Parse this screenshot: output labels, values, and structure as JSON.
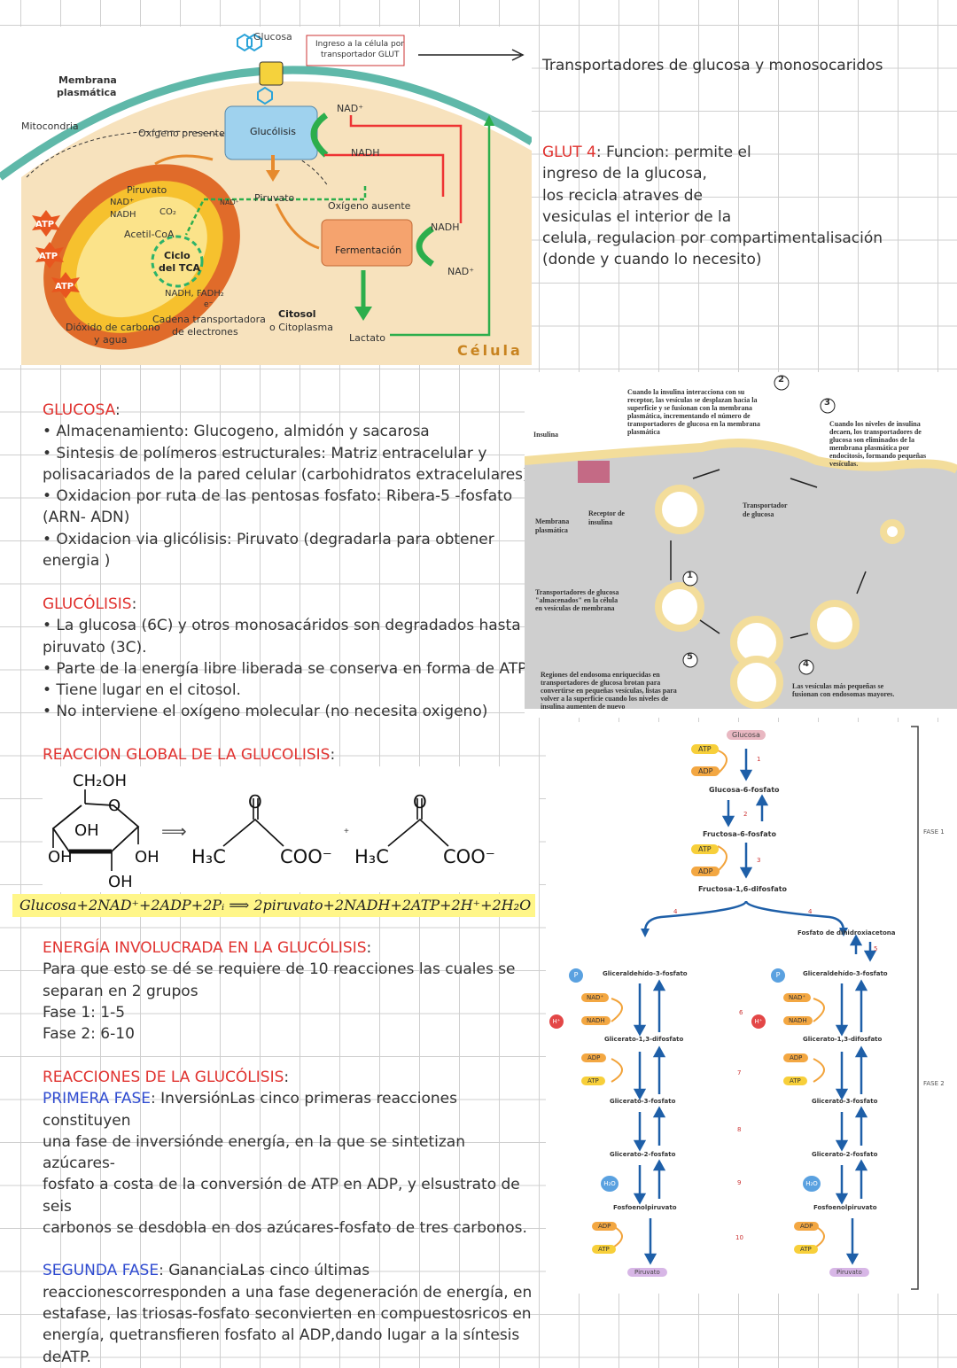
{
  "cell_figure": {
    "glucosa": "Glucosa",
    "ingreso": "Ingreso a la célula por transportador GLUT",
    "ingreso_1": "Ingreso a la célula por",
    "ingreso_2": "transportador GLUT",
    "membrana_1": "Membrana",
    "membrana_2": "plasmática",
    "mitocondria": "Mitocondria",
    "oxigeno_presente": "Oxígeno presente",
    "glucolisis": "Glucólisis",
    "nad_plus": "NAD⁺",
    "nadh": "NADH",
    "piruvato": "Piruvato",
    "oxigeno_ausente": "Oxígeno ausente",
    "fermentacion": "Fermentación",
    "acetil_coa": "Acetil-CoA",
    "ciclo_1": "Ciclo",
    "ciclo_2": "del TCA",
    "co2": "CO₂",
    "nadh_fadh2": "NADH, FADH₂",
    "electron": "e⁻",
    "atp": "ATP",
    "dioxido_1": "Dióxido de carbono",
    "dioxido_2": "y agua",
    "cadena_1": "Cadena transportadora",
    "cadena_2": "de electrones",
    "citosol_1": "Citosol",
    "citosol_2": "o Citoplasma",
    "lactato": "Lactato",
    "celula": "Célula"
  },
  "notes_top": {
    "transportadores": "Transportadores de glucosa y monosocaridos",
    "glut4_label": "GLUT 4",
    "glut4_lines": [
      ": Funcion: permite el",
      "ingreso de la glucosa,",
      "los recicla atraves de",
      "vesiculas el interior de la",
      "celula, regulacion por compartimentalisación",
      "(donde y cuando lo necesito)"
    ]
  },
  "glucosa_section": {
    "title": "GLUCOSA",
    "lines": [
      "• Almacenamiento: Glucogeno, almidón y sacarosa",
      "• Sintesis de polímeros estructurales: Matriz entracelular y",
      "polisacariados de la pared celular (carbohidratos extracelulares)",
      "• Oxidacion por ruta de las pentosas fosfato: Ribera-5 -fosfato",
      "(ARN- ADN)",
      "• Oxidacion via glicólisis: Piruvato (degradarla para obtener",
      "energia )"
    ]
  },
  "glucolisis_section": {
    "title": "GLUCÓLISIS",
    "lines": [
      "• La glucosa (6C) y otros monosacáridos son degradados hasta",
      "piruvato (3C).",
      "• Parte de la energía libre liberada se conserva en forma de ATP.",
      "• Tiene lugar en el citosol.",
      "• No interviene el oxígeno molecular (no necesita oxigeno)"
    ]
  },
  "reaccion_section": {
    "title": "REACCION GLOBAL DE LA GLUCOLISIS",
    "equation": "Glucosa+2NAD⁺+2ADP+2Pᵢ ⟹ 2piruvato+2NADH+2ATP+2H⁺+2H₂O",
    "glucose_labels": [
      "CH₂OH",
      "O",
      "OH",
      "OH",
      "OH",
      "OH"
    ],
    "pyruvate": {
      "h3c": "H₃C",
      "coo": "COO⁻",
      "o": "O"
    }
  },
  "energia_section": {
    "title": "ENERGÍA INVOLUCRADA EN LA GLUCÓLISIS",
    "lines": [
      "Para que esto se dé se requiere de 10 reacciones las cuales se",
      "separan en 2 grupos",
      "Fase 1: 1-5",
      "Fase 2: 6-10"
    ]
  },
  "reacciones_section": {
    "title": "REACCIONES DE LA GLUCÓLISIS",
    "primera_label": "PRIMERA FASE",
    "primera_lines": [
      ": InversiónLas cinco primeras reacciones constituyen",
      "una fase de inversiónde energía, en la que se sintetizan azúcares-",
      "fosfato a costa de la conversión de ATP en ADP, y elsustrato de seis",
      "carbonos se desdobla en dos azúcares-fosfato de tres carbonos."
    ],
    "segunda_label": "SEGUNDA FASE",
    "segunda_lines": [
      ": GananciaLas cinco últimas",
      "reaccionescorresponden a una fase degeneración de energía, en",
      "estafase, las triosas-fosfato seconvierten en compuestosricos en",
      "energía, quetransfieren fosfato al ADP,dando lugar a la síntesis",
      "deATP."
    ]
  },
  "insulin_figure": {
    "insulina": "Insulina",
    "membrana_1": "Membrana",
    "membrana_2": "plasmática",
    "receptor_1": "Receptor de",
    "receptor_2": "insulina",
    "transportador_1": "Transportador",
    "transportador_2": "de glucosa",
    "step1_text": [
      "Transportadores de glucosa",
      "\"almacenados\" en la célula",
      "en vesículas de membrana"
    ],
    "step2_text": [
      "Cuando la insulina interacciona con su",
      "receptor, las vesículas se desplazan hacia la",
      "superficie y se fusionan con la membrana",
      "plasmática, incrementando el número de",
      "transportadores de glucosa en la membrana",
      "plasmática"
    ],
    "step3_text": [
      "Cuando los niveles de insulina",
      "decaen, los transportadores de",
      "glucosa son eliminados de la",
      "membrana plasmática por",
      "endocitosis, formando pequeñas",
      "vesículas."
    ],
    "step4_text": [
      "Las vesículas más pequeñas se",
      "fusionan con endosomas mayores."
    ],
    "step5_text": [
      "Regiones del endosoma enriquecidas en",
      "transportadores de glucosa brotan para",
      "convertirse en pequeñas vesículas, listas para",
      "volver a la superficie cuando los niveles de",
      "insulina aumenten de nuevo"
    ],
    "numbers": [
      "1",
      "2",
      "3",
      "4",
      "5"
    ]
  },
  "pathway_figure": {
    "glucosa": "Glucosa",
    "glucosa_6f": "Glucosa-6-fosfato",
    "fructosa_6f": "Fructosa-6-fosfato",
    "fructosa_16": "Fructosa-1,6-difosfato",
    "dihidroxiacetona": "Fosfato de dihidroxiacetona",
    "gliceraldehido": "Gliceraldehído-3-fosfato",
    "glicerato_13": "Glicerato-1,3-difosfato",
    "glicerato_3": "Glicerato-3-fosfato",
    "glicerato_2": "Glicerato-2-fosfato",
    "fosfoenol": "Fosfoenolpiruvato",
    "piruvato": "Piruvato",
    "atp": "ATP",
    "adp": "ADP",
    "nad": "NAD⁺",
    "nadh": "NADH",
    "h": "H⁺",
    "h2o": "H₂O",
    "p": "P",
    "fase1": "FASE 1",
    "fase2": "FASE 2",
    "steps": [
      "1",
      "2",
      "3",
      "4",
      "4",
      "5",
      "6",
      "7",
      "8",
      "9",
      "10"
    ]
  }
}
